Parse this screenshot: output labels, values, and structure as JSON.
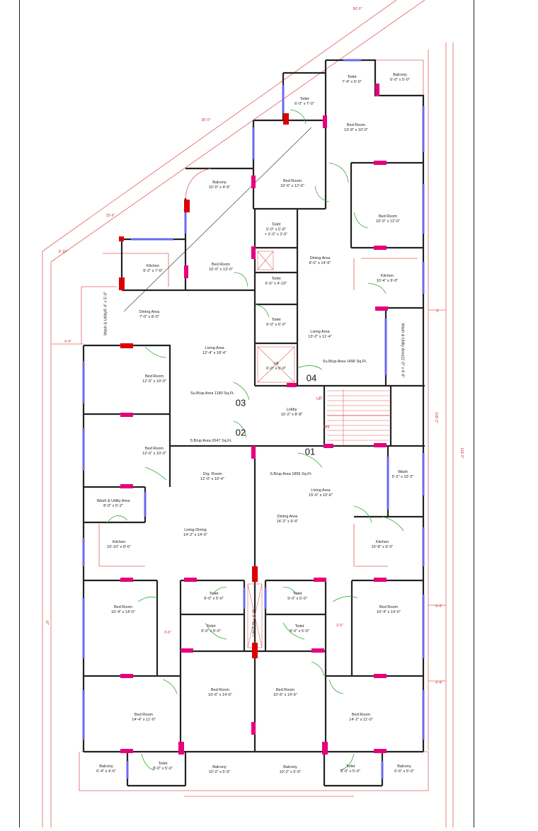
{
  "rooms": {
    "toilet_top": {
      "name": "Toilet",
      "dim": "7'-4\" x 5'-0\""
    },
    "balcony_top": {
      "name": "Balcony",
      "dim": "6'-0\" x 5'-0\""
    },
    "toilet_upper": {
      "name": "Toilet",
      "dim": "6'-0\" x 7'-0\""
    },
    "bed_n1": {
      "name": "Bed Room",
      "dim": "13'-8\" x 10'-0\""
    },
    "balcony_nw": {
      "name": "Balcony",
      "dim": "10'-0\" x 4'-6\""
    },
    "bed_n2": {
      "name": "Bed Room",
      "dim": "10'-6\" x 12'-6\""
    },
    "toilet_n3": {
      "name": "Toilet",
      "dim": "6'-0\" x 5'-8\"",
      "dim2": "+ 3'-0\" x 3'-6\""
    },
    "bed_n4": {
      "name": "Bed Room",
      "dim": "10'-0\" x 12'-0\""
    },
    "kitchen_nw": {
      "name": "Kitchen",
      "dim": "9'-2\" x 7'-6\""
    },
    "bed_n5": {
      "name": "Bed Room",
      "dim": "10'-0\" x 13'-0\""
    },
    "dining_n": {
      "name": "Dining Area",
      "dim": "8'-0\" x 14'-6\""
    },
    "toilet_n4": {
      "name": "Toilet",
      "dim": "6'-0\" x 4'-10\""
    },
    "kitchen_ne": {
      "name": "Kitchen",
      "dim": "10'-4\" x 9'-0\""
    },
    "wash_w": {
      "name": "Wash & Utility",
      "dim": "8'-4\" x 5'-0\""
    },
    "dining_w": {
      "name": "Dining Area",
      "dim": "7'-0\" x 8'-0\""
    },
    "toilet_n5": {
      "name": "Toilet",
      "dim": "6'-0\" x 6'-0\""
    },
    "living_ne": {
      "name": "Living Area",
      "dim": "13'-2\" x 11'-4\""
    },
    "living_w": {
      "name": "Living Area",
      "dim": "12'-4\" x 18'-4\""
    },
    "lift": {
      "name": "Lift",
      "dim": "6'-0\" x 6'-0\""
    },
    "wash_e": {
      "name": "Wash & Utility Area",
      "dim": "11'-0\" x 4'-6\""
    },
    "bed_w1": {
      "name": "Bed Room",
      "dim": "12'-6\" x 10'-0\""
    },
    "lobby": {
      "name": "Lobby",
      "dim": "10'-2\" x 8'-8\""
    },
    "bed_w2": {
      "name": "Bed Room",
      "dim": "12'-6\" x 10'-0\""
    },
    "drg": {
      "name": "Drg. Room",
      "dim": "12'-0\" x 10'-4\""
    },
    "wash_se": {
      "name": "Wash",
      "dim": "5'-2\" x 10'-2\""
    },
    "living_se": {
      "name": "Living Area",
      "dim": "15'-6\" x 10'-6\""
    },
    "wash_sw": {
      "name": "Wash & Utility Area",
      "dim": "8'-0\" x 5'-2\""
    },
    "dining_se": {
      "name": "Dining Area",
      "dim": "14'-2\" x 9'-6\""
    },
    "living_dining": {
      "name": "Living Dining",
      "dim": "14'-2\" x 14'-0\""
    },
    "kitchen_sw": {
      "name": "Kitchen",
      "dim": "10'-10\" x 8'-6\""
    },
    "kitchen_se": {
      "name": "Kitchen",
      "dim": "10'-8\" x 9'-0\""
    },
    "toilet_s1": {
      "name": "Toilet",
      "dim": "9'-0\" x 5'-0\""
    },
    "toilet_s2": {
      "name": "Toilet",
      "dim": "9'-0\" x 5'-0\""
    },
    "bed_s1": {
      "name": "Bed Room",
      "dim": "10'-4\" x 14'-0\""
    },
    "bed_s2": {
      "name": "Bed Room",
      "dim": "10'-4\" x 14'-0\""
    },
    "toilet_s3": {
      "name": "Toilet",
      "dim": "9'-0\" x 5'-0\""
    },
    "toilet_s4": {
      "name": "Toilet",
      "dim": "8'-0\" x 5'-0\""
    },
    "bed_s3": {
      "name": "Bed Room",
      "dim": "10'-6\" x 14'-6\""
    },
    "bed_s4": {
      "name": "Bed Room",
      "dim": "10'-6\" x 14'-6\""
    },
    "bed_s5": {
      "name": "Bed Room",
      "dim": "14'-4\" x 11'-0\""
    },
    "bed_s6": {
      "name": "Bed Room",
      "dim": "14'-2\" x 11'-0\""
    },
    "balcony_s1": {
      "name": "Balcony",
      "dim": "6'-4\" x 4'-6\""
    },
    "toilet_s5": {
      "name": "Toilet",
      "dim": "8'-0\" x 5'-0\""
    },
    "balcony_s2": {
      "name": "Balcony",
      "dim": "10'-2\" x 5'-6\""
    },
    "balcony_s3": {
      "name": "Balcony",
      "dim": "10'-2\" x 5'-6\""
    },
    "toilet_s6": {
      "name": "Toilet",
      "dim": "8'-0\" x 5'-0\""
    },
    "balcony_s4": {
      "name": "Balcony",
      "dim": "6'-6\" x 5'-0\""
    },
    "lift_s": {
      "name": "Lift",
      "dim": "10'-0\" x 6'-0\""
    }
  },
  "areas": {
    "a04": "Su.B/up Area 1496 Sq.Ft.",
    "a03": "Su.B/up Area 1180 Sq.Ft.",
    "a02": "S.B/up Area 2047 Sq.Ft.",
    "a01": "S.B/up Area 1865 Sq.Ft."
  },
  "units": {
    "u01": "01",
    "u02": "02",
    "u03": "03",
    "u04": "04"
  },
  "stair": {
    "up": "UP",
    "dn": "DN"
  },
  "dims": {
    "d_top": "56'-0\"",
    "d_diag1": "36'-0\"",
    "d_diag2": "15'-6\"",
    "d_diag3": "9'-10\"",
    "d_w1": "4'-4\"",
    "d_e1": "109'-2\"",
    "d_e2": "116'-0\"",
    "d_w2": "67'",
    "d_e3": "4'-4\"",
    "d_e4": "4'-4\"",
    "d_mid1": "3'-6\"",
    "d_mid2": "3'-6\"",
    "d_e5": "3'"
  },
  "colors": {
    "wall": "#222222",
    "door": "#e6007e",
    "window": "#6a6af0",
    "column": "#dd0000",
    "boundary": "#e06060"
  }
}
